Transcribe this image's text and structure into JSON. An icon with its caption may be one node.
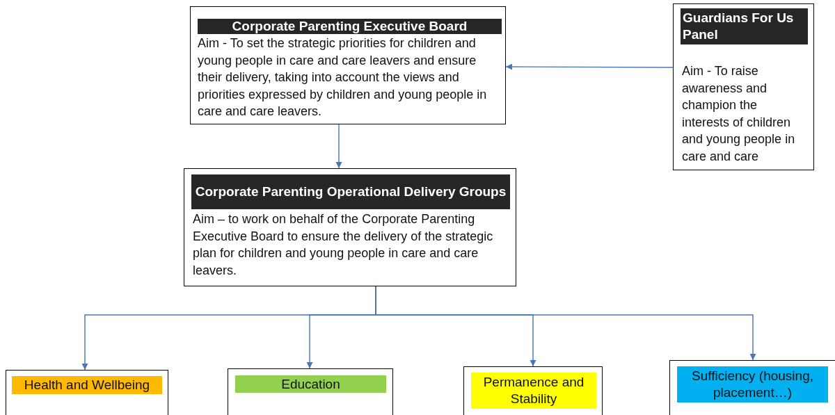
{
  "diagram": {
    "nodes": [
      {
        "text": [
          "Corporate Parenting Executive Board",
          "Aim - To set the strategic priorities for children and young people in care and care leavers and ensure their delivery, taking into account the views and priorities expressed by children and young people in care and care leavers."
        ]
      },
      {
        "text": [
          "Guardians For Us Panel",
          "Aim - To raise awareness and champion the interests of children and young people in care and care"
        ]
      },
      {
        "text": [
          "Corporate Parenting Operational Delivery Groups",
          "Aim – to work on behalf of the Corporate Parenting Executive Board to ensure the delivery of the strategic plan for children and young people in care and care leavers."
        ]
      },
      {
        "text": [
          "Health and Wellbeing"
        ]
      },
      {
        "text": [
          "Education"
        ]
      },
      {
        "text": [
          "Permanence and Stability"
        ]
      },
      {
        "text": [
          "Sufficiency (housing, placement…)"
        ]
      }
    ],
    "edges": [
      {
        "from": 1,
        "to": 0,
        "arrow": "to"
      },
      {
        "from": 0,
        "to": 2,
        "arrow": "to"
      },
      {
        "from": 2,
        "to": 3,
        "arrow": "to"
      },
      {
        "from": 2,
        "to": 4,
        "arrow": "to"
      },
      {
        "from": 2,
        "to": 5,
        "arrow": "to"
      },
      {
        "from": 2,
        "to": 6,
        "arrow": "to"
      }
    ]
  }
}
